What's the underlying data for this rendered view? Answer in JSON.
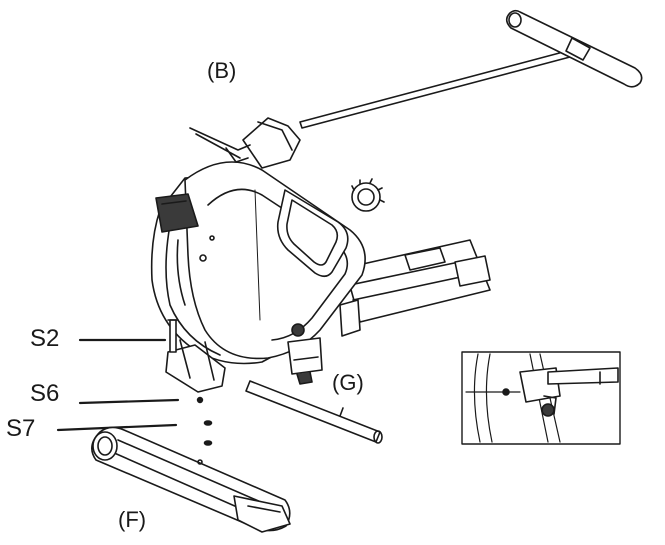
{
  "labels": {
    "part_b": "(B)",
    "part_g": "(G)",
    "part_f": "(F)",
    "screw_s2": "S2",
    "screw_s6": "S6",
    "screw_s7": "S7"
  },
  "colors": {
    "line": "#1a1a1a",
    "fill": "#ffffff",
    "shade": "#3a3a3a"
  },
  "icons": [
    "rowing-machine-body",
    "pull-handle",
    "front-stabilizer-foot",
    "axle-rod",
    "detail-inset"
  ]
}
